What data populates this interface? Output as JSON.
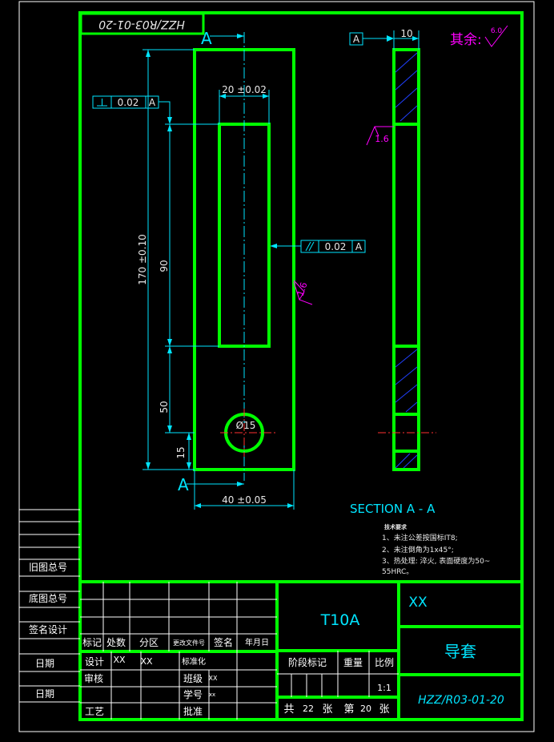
{
  "drawing_code": "HZZ/R03-01-20",
  "material": "T10A",
  "part_name": "导套",
  "company": "XX",
  "scale": "1:1",
  "sheet": {
    "total_prefix": "共",
    "total": "22",
    "unit1": "张",
    "num_prefix": "第",
    "num": "20",
    "unit2": "张"
  },
  "section_label": "SECTION  A - A",
  "section_mark": "A",
  "datum_label": "A",
  "roughness": {
    "rest_label": "其余:",
    "rest_value": "6.0",
    "surface_value": "1.6"
  },
  "dimensions": {
    "total_height": "170 ±0.10",
    "slot_height": "90",
    "slot_width": "20 ±0.02",
    "hole_center": "50",
    "hole_bottom": "15",
    "width": "40 ±0.05",
    "hole_dia": "Ø15",
    "thickness": "10"
  },
  "tolerances": {
    "perpendicularity": {
      "value": "0.02",
      "datum": "A"
    },
    "parallelism": {
      "value": "0.02",
      "datum": "A"
    }
  },
  "tech_notes": {
    "title": "技术要求",
    "lines": [
      "1、未注公差按国标IT8;",
      "2、未注倒角为1x45°;",
      "3、热处理: 淬火, 表面硬度为50~",
      "55HRC。"
    ]
  },
  "side_labels": [
    "旧图总号",
    "底图总号",
    "签名设计",
    "日期",
    "日期"
  ],
  "title_block": {
    "header": [
      "标记",
      "处数",
      "分区",
      "更改文件号",
      "签名",
      "年月日"
    ],
    "design": "设计",
    "design_v1": "XX",
    "design_v2": "XX",
    "standard": "标准化",
    "review": "审核",
    "class": "班级",
    "class_v": "XX",
    "student": "学号",
    "student_v": "xx",
    "process": "工艺",
    "approve": "批准",
    "stage": "阶段标记",
    "weight": "重量",
    "ratio": "比例"
  }
}
